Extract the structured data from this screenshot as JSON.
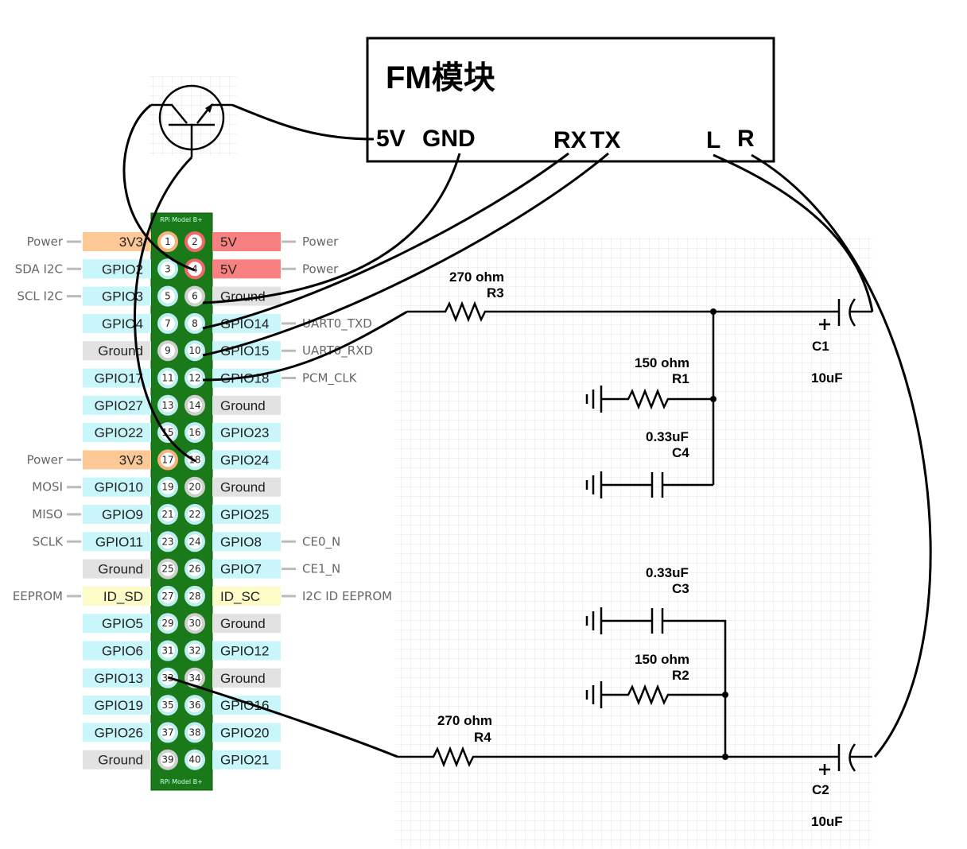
{
  "fm_module": {
    "title": "FM模块",
    "pins": {
      "v5": "5V",
      "gnd": "GND",
      "rx": "RX",
      "tx": "TX",
      "l": "L",
      "r": "R"
    }
  },
  "board": {
    "label_top": "RPi Model B+",
    "label_bottom": "RPi Model B+"
  },
  "colors": {
    "power3v3": "#fcc896",
    "power5v": "#f88080",
    "gpio": "#c8f6fa",
    "ground": "#e2e2e2",
    "id": "#fdfbc8",
    "board": "#1a7a1a"
  },
  "pins": [
    {
      "n": "1",
      "name": "3V3",
      "type": "power3v3",
      "func": "Power"
    },
    {
      "n": "2",
      "name": "5V",
      "type": "power5v",
      "func": "Power"
    },
    {
      "n": "3",
      "name": "GPIO2",
      "type": "gpio",
      "func": "SDA I2C"
    },
    {
      "n": "4",
      "name": "5V",
      "type": "power5v",
      "func": "Power"
    },
    {
      "n": "5",
      "name": "GPIO3",
      "type": "gpio",
      "func": "SCL I2C"
    },
    {
      "n": "6",
      "name": "Ground",
      "type": "ground",
      "func": ""
    },
    {
      "n": "7",
      "name": "GPIO4",
      "type": "gpio",
      "func": ""
    },
    {
      "n": "8",
      "name": "GPIO14",
      "type": "gpio",
      "func": "UART0_TXD"
    },
    {
      "n": "9",
      "name": "Ground",
      "type": "ground",
      "func": ""
    },
    {
      "n": "10",
      "name": "GPIO15",
      "type": "gpio",
      "func": "UART0_RXD"
    },
    {
      "n": "11",
      "name": "GPIO17",
      "type": "gpio",
      "func": ""
    },
    {
      "n": "12",
      "name": "GPIO18",
      "type": "gpio",
      "func": "PCM_CLK"
    },
    {
      "n": "13",
      "name": "GPIO27",
      "type": "gpio",
      "func": ""
    },
    {
      "n": "14",
      "name": "Ground",
      "type": "ground",
      "func": ""
    },
    {
      "n": "15",
      "name": "GPIO22",
      "type": "gpio",
      "func": ""
    },
    {
      "n": "16",
      "name": "GPIO23",
      "type": "gpio",
      "func": ""
    },
    {
      "n": "17",
      "name": "3V3",
      "type": "power3v3",
      "func": "Power"
    },
    {
      "n": "18",
      "name": "GPIO24",
      "type": "gpio",
      "func": ""
    },
    {
      "n": "19",
      "name": "GPIO10",
      "type": "gpio",
      "func": "MOSI"
    },
    {
      "n": "20",
      "name": "Ground",
      "type": "ground",
      "func": ""
    },
    {
      "n": "21",
      "name": "GPIO9",
      "type": "gpio",
      "func": "MISO"
    },
    {
      "n": "22",
      "name": "GPIO25",
      "type": "gpio",
      "func": ""
    },
    {
      "n": "23",
      "name": "GPIO11",
      "type": "gpio",
      "func": "SCLK"
    },
    {
      "n": "24",
      "name": "GPIO8",
      "type": "gpio",
      "func": "CE0_N"
    },
    {
      "n": "25",
      "name": "Ground",
      "type": "ground",
      "func": ""
    },
    {
      "n": "26",
      "name": "GPIO7",
      "type": "gpio",
      "func": "CE1_N"
    },
    {
      "n": "27",
      "name": "ID_SD",
      "type": "id",
      "func": "EEPROM"
    },
    {
      "n": "28",
      "name": "ID_SC",
      "type": "id",
      "func": "I2C ID EEPROM"
    },
    {
      "n": "29",
      "name": "GPIO5",
      "type": "gpio",
      "func": ""
    },
    {
      "n": "30",
      "name": "Ground",
      "type": "ground",
      "func": ""
    },
    {
      "n": "31",
      "name": "GPIO6",
      "type": "gpio",
      "func": ""
    },
    {
      "n": "32",
      "name": "GPIO12",
      "type": "gpio",
      "func": ""
    },
    {
      "n": "33",
      "name": "GPIO13",
      "type": "gpio",
      "func": ""
    },
    {
      "n": "34",
      "name": "Ground",
      "type": "ground",
      "func": ""
    },
    {
      "n": "35",
      "name": "GPIO19",
      "type": "gpio",
      "func": ""
    },
    {
      "n": "36",
      "name": "GPIO16",
      "type": "gpio",
      "func": ""
    },
    {
      "n": "37",
      "name": "GPIO26",
      "type": "gpio",
      "func": ""
    },
    {
      "n": "38",
      "name": "GPIO20",
      "type": "gpio",
      "func": ""
    },
    {
      "n": "39",
      "name": "Ground",
      "type": "ground",
      "func": ""
    },
    {
      "n": "40",
      "name": "GPIO21",
      "type": "gpio",
      "func": ""
    }
  ],
  "components": {
    "r3": {
      "value": "270 ohm",
      "ref": "R3"
    },
    "r1": {
      "value": "150 ohm",
      "ref": "R1"
    },
    "c4": {
      "value": "0.33uF",
      "ref": "C4"
    },
    "c1": {
      "ref": "C1",
      "value": "10uF",
      "polarity": "+"
    },
    "c3": {
      "value": "0.33uF",
      "ref": "C3"
    },
    "r2": {
      "value": "150 ohm",
      "ref": "R2"
    },
    "r4": {
      "value": "270 ohm",
      "ref": "R4"
    },
    "c2": {
      "ref": "C2",
      "value": "10uF",
      "polarity": "+"
    }
  }
}
